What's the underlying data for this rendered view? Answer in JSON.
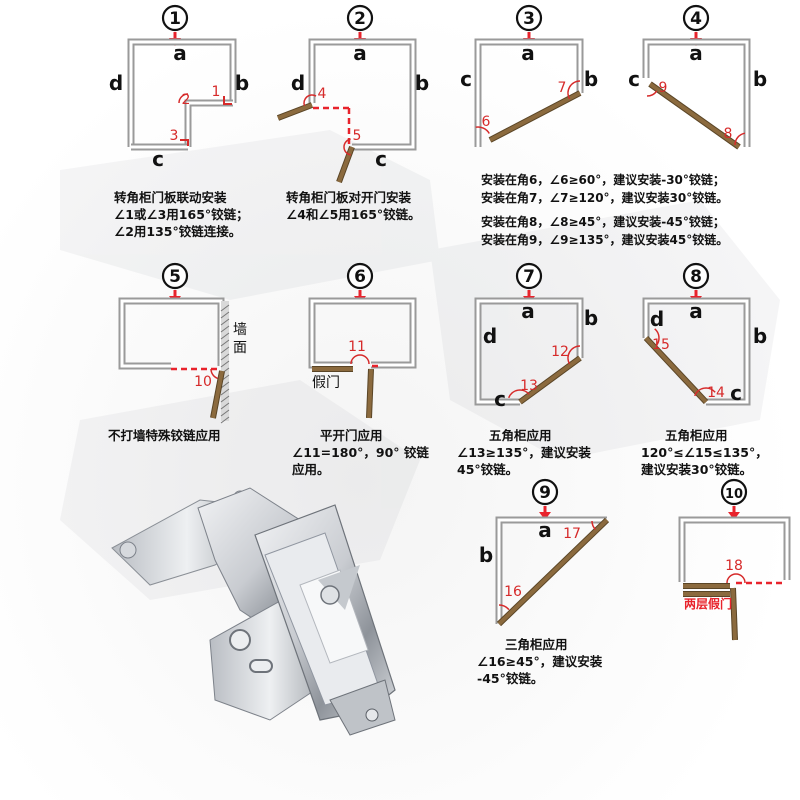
{
  "colors": {
    "accent_red": "#e8232c",
    "panel": "#9a9a9a",
    "door_wood": "#8b6a3e",
    "angle_red": "#d62a2a",
    "label_red": "#e8232c"
  },
  "icons": {
    "arrow": "red-down-arrow-icon",
    "number": "circled-number-icon"
  },
  "diagrams": [
    {
      "number": "1",
      "labels": {
        "a": "a",
        "b": "b",
        "c": "c",
        "d": "d"
      },
      "angles": [
        "1",
        "2",
        "3"
      ],
      "caption": [
        "转角柜门板联动安装",
        "∠1或∠3用165°铰链；",
        "∠2用135°铰链连接。"
      ]
    },
    {
      "number": "2",
      "labels": {
        "a": "a",
        "b": "b",
        "c": "c",
        "d": "d"
      },
      "angles": [
        "4",
        "5"
      ],
      "caption": [
        "转角柜门板对开门安装",
        "∠4和∠5用165°铰链。"
      ]
    },
    {
      "number": "3",
      "labels": {
        "a": "a",
        "b": "b",
        "c": "c"
      },
      "angles": [
        "6",
        "7"
      ]
    },
    {
      "number": "4",
      "labels": {
        "a": "a",
        "b": "b",
        "c": "c"
      },
      "angles": [
        "8",
        "9"
      ]
    },
    {
      "number": "5",
      "angles": [
        "10"
      ],
      "wall_label": "墙面",
      "caption": [
        "不打墙特殊铰链应用"
      ]
    },
    {
      "number": "6",
      "angles": [
        "11"
      ],
      "false_door_label": "假门",
      "caption": [
        "平开门应用",
        "∠11=180°，90° 铰链",
        "应用。"
      ]
    },
    {
      "number": "7",
      "labels": {
        "a": "a",
        "b": "b",
        "c": "c",
        "d": "d"
      },
      "angles": [
        "12",
        "13"
      ],
      "caption": [
        "五角柜应用",
        "∠13≥135°，建议安装",
        "45°铰链。"
      ]
    },
    {
      "number": "8",
      "labels": {
        "a": "a",
        "b": "b",
        "c": "c",
        "d": "d"
      },
      "angles": [
        "14",
        "15"
      ],
      "caption": [
        "五角柜应用",
        "120°≤∠15≤135°，",
        "建议安装30°铰链。"
      ]
    },
    {
      "number": "9",
      "labels": {
        "a": "a",
        "b": "b"
      },
      "angles": [
        "16",
        "17"
      ],
      "caption": [
        "三角柜应用",
        "∠16≥45°，建议安装",
        "-45°铰链。"
      ]
    },
    {
      "number": "10",
      "angles": [
        "18"
      ],
      "false_door_label": "两层假门"
    }
  ],
  "caption_3_4": [
    "安装在角6，∠6≥60°，建议安装-30°铰链；",
    "安装在角7，∠7≥120°，建议安装30°铰链。",
    "安装在角8，∠8≥45°，建议安装-45°铰链；",
    "安装在角9，∠9≥135°，建议安装45°铰链。"
  ]
}
